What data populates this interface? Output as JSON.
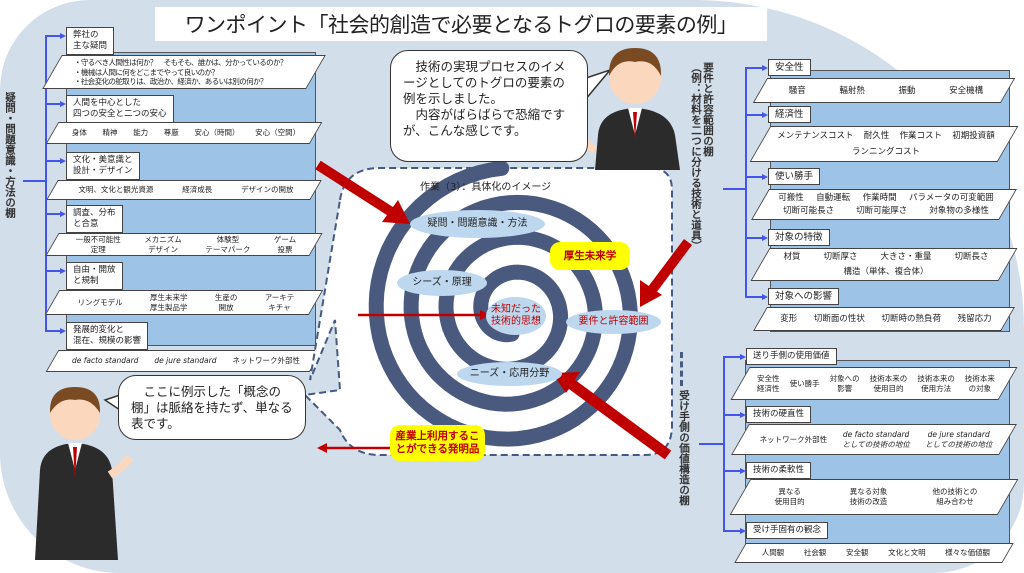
{
  "title": "ワンポイント「社会的創造で必要となるトグロの要素の例」",
  "left_shelf": {
    "label": "疑問・問題意識・方法の棚",
    "sections": [
      {
        "header": "弊社の\n主な疑問",
        "bullets": [
          "・守るべき人間性は何か？　そもそも、誰かは、分かっているのか？",
          "・機械は人間に何をどこまでやって良いのか？",
          "・社会変化の舵取りは、政治か、経済か、あるいは別の何か？"
        ]
      },
      {
        "header": "人間を中心とした\n四つの安全と二つの安心",
        "items": [
          "身体",
          "精神",
          "能力",
          "尊厳",
          "安心（時間）",
          "安心（空間）"
        ]
      },
      {
        "header": "文化・美意識と\n設計・デザイン",
        "items": [
          "文明、文化と観光資源",
          "経済成長",
          "デザインの開放"
        ]
      },
      {
        "header": "調査、分布\nと合意",
        "items": [
          "一般不可能性\n定理",
          "メカニズム\nデザイン",
          "体験型\nテーマパーク",
          "ゲーム\n投票"
        ]
      },
      {
        "header": "自由・開放\nと規制",
        "items": [
          "リングモデル",
          "厚生未来学\n厚生製品学",
          "生産の\n開放",
          "アーキテ\nキチャ"
        ]
      },
      {
        "header": "発展的変化と\n混在、規模の影響",
        "items": [
          "de facto standard",
          "de jure standard",
          "ネットワーク外部性"
        ]
      }
    ]
  },
  "right_top_shelf": {
    "label": "要件と許容範囲の棚\n（例：材料を二つに分ける技術と道具）",
    "sections": [
      {
        "header": "安全性",
        "items": [
          "騒音",
          "輻射熱",
          "振動",
          "安全機構"
        ]
      },
      {
        "header": "経済性",
        "items": [
          "メンテナンスコスト",
          "耐久性",
          "作業コスト",
          "初期投資額",
          "ランニングコスト"
        ]
      },
      {
        "header": "使い勝手",
        "items": [
          "可搬性",
          "自動運転",
          "作業時間",
          "パラメータの可変範囲",
          "切断可能長さ",
          "切断可能厚さ",
          "対象物の多様性"
        ]
      },
      {
        "header": "対象の特徴",
        "items": [
          "材質",
          "切断厚さ",
          "大きさ・重量",
          "切断長さ",
          "構造（単体、複合体）"
        ]
      },
      {
        "header": "対象への影響",
        "items": [
          "変形",
          "切断面の性状",
          "切断時の熱負荷",
          "残留応力"
        ]
      }
    ]
  },
  "right_bottom_shelf": {
    "label": "受け手側の価値構造の棚",
    "sections": [
      {
        "header": "送り手側の使用価値",
        "items": [
          "安全性\n経済性",
          "使い勝手",
          "対象への\n影響",
          "技術本来の\n使用目的",
          "技術本来の\n使用方法",
          "技術本来\nの対象"
        ]
      },
      {
        "header": "技術の硬直性",
        "items": [
          "ネットワーク外部性",
          "de facto standard\nとしての技術の地位",
          "de jure standard\nとしての技術の地位"
        ]
      },
      {
        "header": "技術の柔軟性",
        "items": [
          "異なる\n使用目的",
          "異なる対象\n技術の改造",
          "他の技術との\n組み合わせ"
        ]
      },
      {
        "header": "受け手固有の観念",
        "items": [
          "人間観",
          "社会観",
          "安全観",
          "文化と文明",
          "様々な価値観"
        ]
      }
    ]
  },
  "center": {
    "title": "作業（3）：具体化のイメージ",
    "labels": {
      "questions": "疑問・問題意識・方法",
      "seeds": "シーズ・原理",
      "core": "未知だった\n技術的思想",
      "requirements": "要件と許容範囲",
      "needs": "ニーズ・応用分野"
    },
    "yellow_top": "厚生未来学",
    "yellow_bottom": "産業上利用するこ\nとができる発明品"
  },
  "bubble_top": "　技術の実現プロセスのイメージとしてのトグロの要素の例を示しました。\n　内容がばらばらで恐縮ですが、こんな感じです。",
  "bubble_bottom": "　ここに例示した「概念の棚」は脈絡を持たず、単なる表です。",
  "colors": {
    "panel": "#9dc3e6",
    "spiral": "#4a5a7e",
    "arrow": "#c00000",
    "connector": "#4455ee",
    "background": "#d3deeb"
  }
}
